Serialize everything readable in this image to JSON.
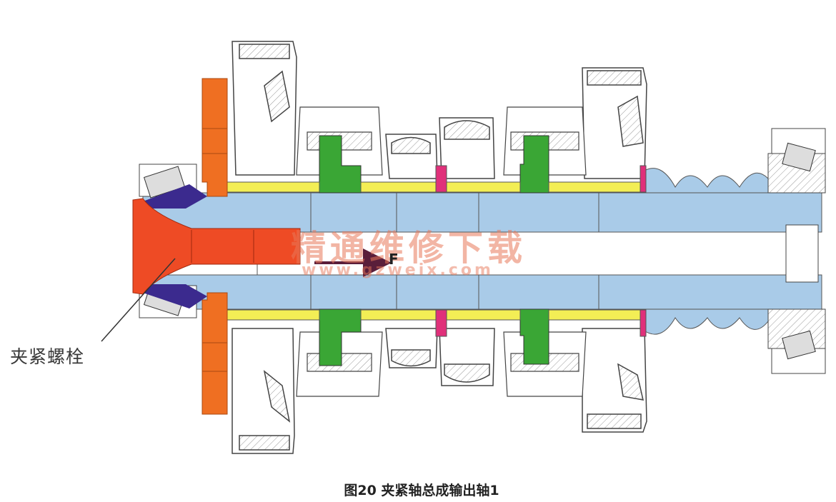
{
  "labels": {
    "clamp_bolt": "夹紧螺栓",
    "force": "F"
  },
  "caption": "图20  夹紧轴总成输出轴1",
  "watermark": {
    "site_name": "精通维修下载",
    "url": "www.gzweix.com"
  },
  "colors": {
    "shaft": "#a9cbe8",
    "bolt": "#ee4b25",
    "flange": "#ef6f22",
    "synchronizer": "#3aa635",
    "bearing_race": "#3b2a8e",
    "needle_bearing": "#f3ee55",
    "spacer_ring": "#e0307a",
    "outline": "#333333"
  }
}
